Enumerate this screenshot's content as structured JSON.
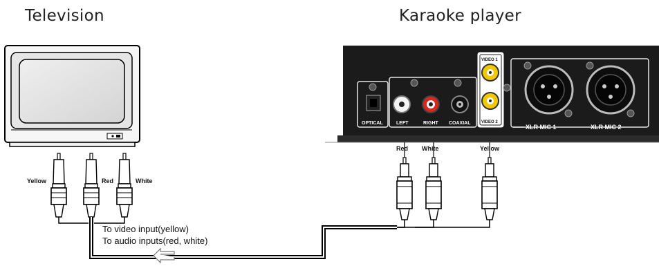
{
  "titles": {
    "television": "Television",
    "karaoke_player": "Karaoke player"
  },
  "tv_plugs": {
    "yellow": "Yellow",
    "red": "Red",
    "white": "White"
  },
  "player_plugs": {
    "red": "Red",
    "white": "White",
    "yellow": "Yellow"
  },
  "panel": {
    "optical": "OPTICAL",
    "left": "LEFT",
    "right": "RIGHT",
    "coaxial": "COAXIAL",
    "video1": "VIDEO 1",
    "video2": "VIDEO 2",
    "xlr1": "XLR MIC 1",
    "xlr2": "XLR MIC 2"
  },
  "captions": {
    "video": "To video input(yellow)",
    "audio": "To audio inputs(red, white)"
  },
  "colors": {
    "panel": "#1b1b1b",
    "rca_yellow": "#f2c800",
    "rca_red": "#d8281e",
    "rca_white": "#f4f4f4",
    "rca_black": "#111111"
  }
}
